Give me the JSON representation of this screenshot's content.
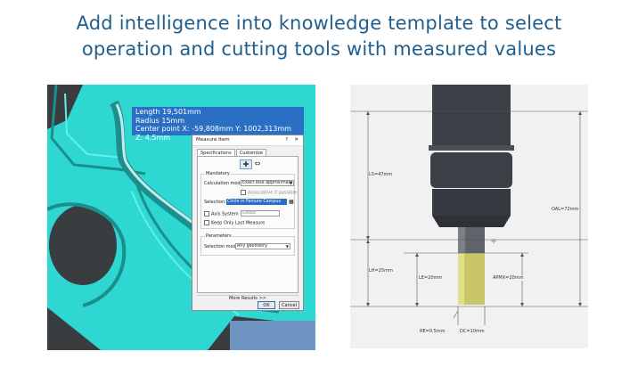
{
  "title": {
    "line1": "Add intelligence into knowledge template to select",
    "line2": "operation and cutting tools with measured values"
  },
  "cad": {
    "measure_info": {
      "length": "Length 19,501mm",
      "radius": "Radius 15mm",
      "center": "Center point  X: -59,808mm Y: 1002,313mm Z: 4,5mm"
    },
    "dialog": {
      "title": "Measure Item",
      "help": "?",
      "close": "✕",
      "tabs": [
        "Specifications",
        "Customize"
      ],
      "mandatory_label": "Mandatory",
      "calc_mode_label": "Calculation mode:",
      "calc_mode_value": "Exact else approximate",
      "associative_label": "Associative if possible",
      "selection_label": "Selection:",
      "selection_value": "Circle in Femure Campus",
      "axis_system_label": "Axis System",
      "axis_system_value": "Global",
      "keep_last_label": "Keep Only Last Measure",
      "parameters_label": "Parameters",
      "selection_mode_label": "Selection mode:",
      "selection_mode_value": "Any geometry",
      "more_results": "More Results >>",
      "ok": "OK",
      "cancel": "Cancel"
    },
    "colors": {
      "part": "#2fd7d3",
      "highlight": "#2a6fc4",
      "shadow": "#3a3d40"
    }
  },
  "tool_drawing": {
    "labels": {
      "ls": "LS=47mm",
      "oal": "OAL=72mm",
      "lh": "LH=25mm",
      "le": "LE=20mm",
      "apmx": "APMX=20mm",
      "re": "RE=0.5mm",
      "dc": "DC=10mm"
    },
    "colors": {
      "holder": "#3b4046",
      "insert": "#c9c66a",
      "shank": "#5f646a"
    }
  }
}
